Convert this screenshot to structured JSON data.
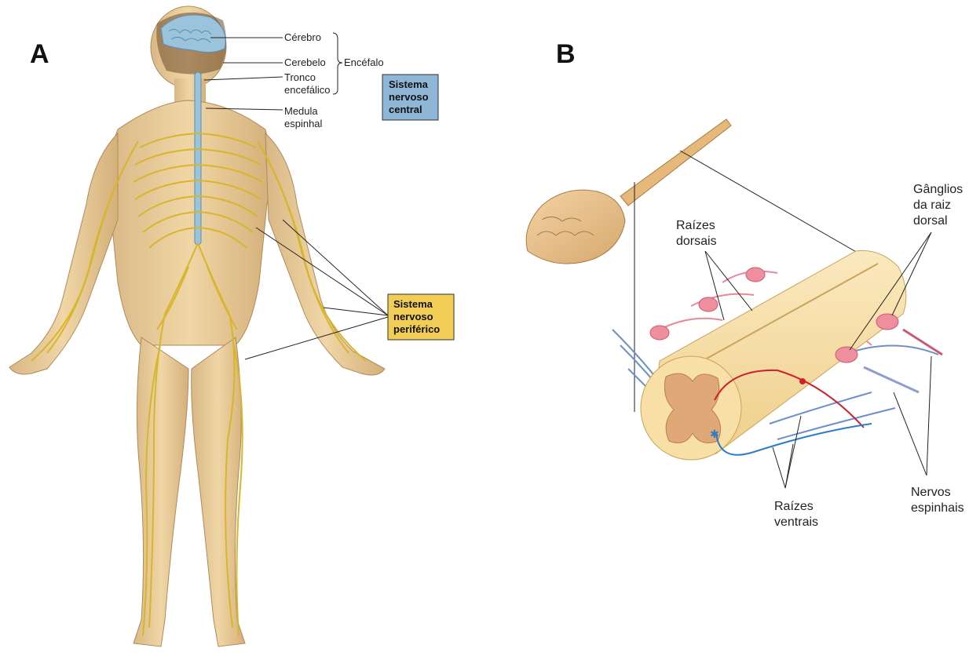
{
  "panels": {
    "a": {
      "letter": "A"
    },
    "b": {
      "letter": "B"
    }
  },
  "panel_a": {
    "labels": {
      "cerebro": "Cérebro",
      "cerebelo": "Cerebelo",
      "tronco_line1": "Tronco",
      "tronco_line2": "encefálico",
      "encefalo": "Encéfalo",
      "medula_line1": "Medula",
      "medula_line2": "espinhal"
    },
    "snc_box": {
      "line1": "Sistema",
      "line2": "nervoso",
      "line3": "central",
      "color": "#8fb6d6"
    },
    "snp_box": {
      "line1": "Sistema",
      "line2": "nervoso",
      "line3": "periférico",
      "color": "#f2cd55"
    }
  },
  "panel_b": {
    "labels": {
      "raizes_dorsais_1": "Raízes",
      "raizes_dorsais_2": "dorsais",
      "ganglios_1": "Gânglios",
      "ganglios_2": "da raiz",
      "ganglios_3": "dorsal",
      "raizes_ventrais_1": "Raízes",
      "raizes_ventrais_2": "ventrais",
      "nervos_1": "Nervos",
      "nervos_2": "espinhais"
    }
  },
  "colors": {
    "skin": "#e8cc99",
    "nerve": "#e0c23a",
    "brain": "#9cc3dc",
    "cord": "#f7dfa5",
    "dorsal_root": "#e9899a",
    "ventral_root": "#6f8fc9"
  }
}
